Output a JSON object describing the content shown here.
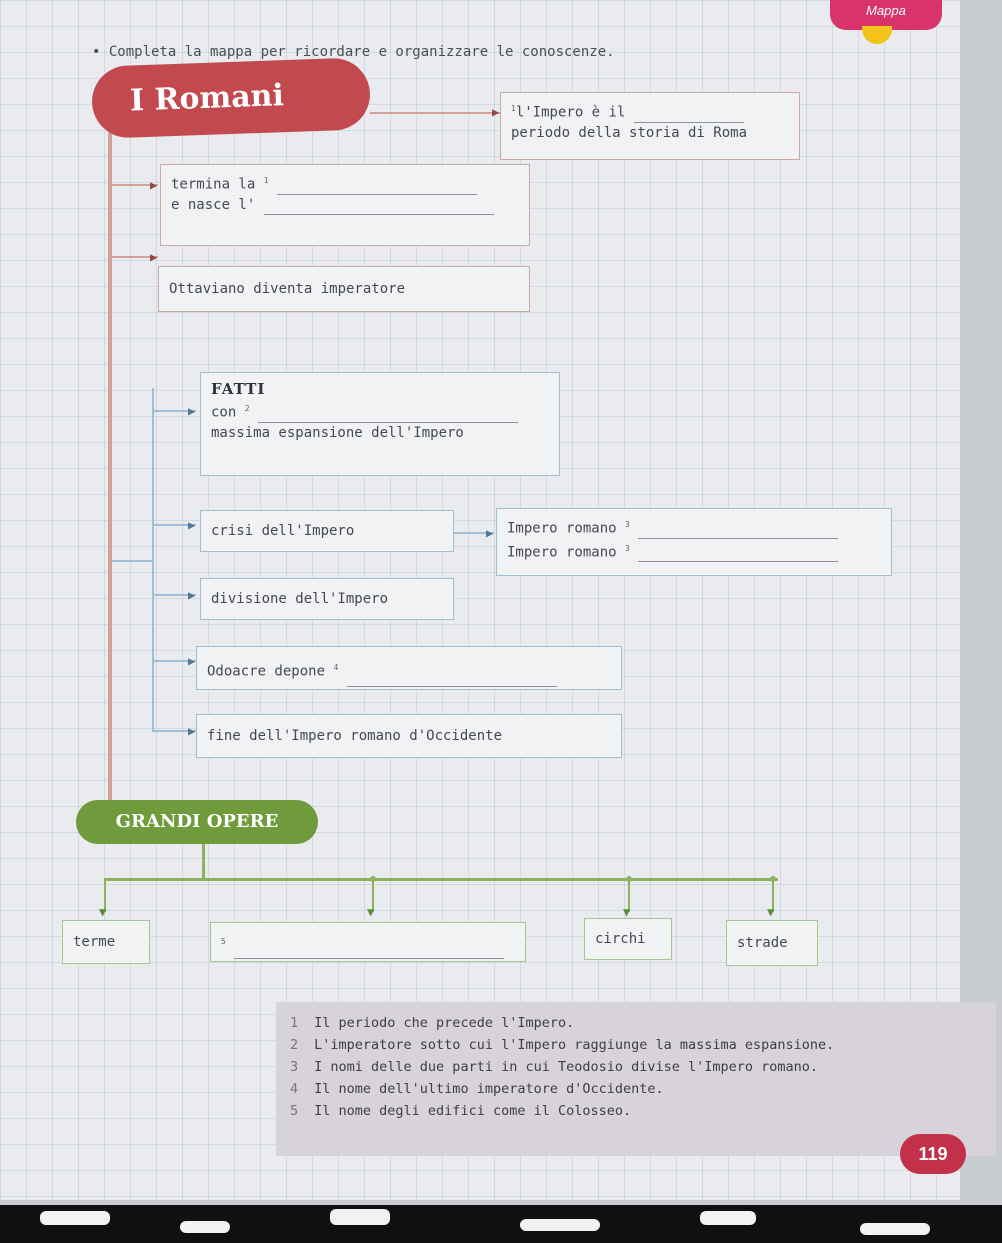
{
  "header": {
    "instruction": "• Completa la mappa per ricordare e organizzare le conoscenze.",
    "badge": "Mappa"
  },
  "title": "I Romani",
  "impero_box": {
    "line1": "l'Impero è il",
    "line2": "periodo della storia di Roma",
    "note": "1"
  },
  "termina_box": {
    "line1": "termina la",
    "line2": "e nasce l'",
    "note": "1"
  },
  "ottaviano_box": "Ottaviano diventa imperatore",
  "fatti": {
    "title": "FATTI",
    "con": "con",
    "con_note": "2",
    "espansione": "massima espansione dell'Impero"
  },
  "crisi_box": "crisi dell'Impero",
  "impero_parti": {
    "line1": "Impero romano",
    "line2": "Impero romano",
    "note": "3"
  },
  "divisione_box": "divisione dell'Impero",
  "odoacre_box": {
    "text": "Odoacre depone",
    "note": "4"
  },
  "fine_box": "fine dell'Impero romano d'Occidente",
  "grandi_opere": {
    "title": "GRANDI OPERE",
    "items": [
      "terme",
      "",
      "circhi",
      "strade"
    ],
    "blank_note": "5"
  },
  "legend": [
    {
      "num": "1",
      "text": "Il periodo che precede l'Impero."
    },
    {
      "num": "2",
      "text": "L'imperatore sotto cui l'Impero raggiunge la massima espansione."
    },
    {
      "num": "3",
      "text": "I nomi delle due parti in cui Teodosio divise l'Impero romano."
    },
    {
      "num": "4",
      "text": "Il nome dell'ultimo imperatore d'Occidente."
    },
    {
      "num": "5",
      "text": "Il nome degli edifici come il Colosseo."
    }
  ],
  "page_number": "119",
  "colors": {
    "title_red": "#c24a4f",
    "opere_green": "#6f9b3c",
    "page_badge": "#c2304a"
  }
}
